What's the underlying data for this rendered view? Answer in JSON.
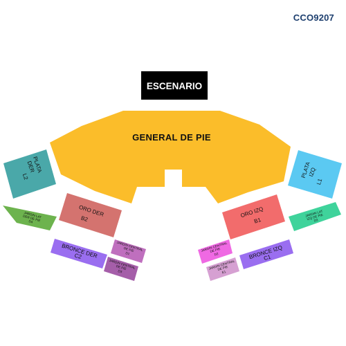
{
  "venue_code": "CCO9207",
  "stage": {
    "label": "ESCENARIO",
    "color": "#000000"
  },
  "sections": {
    "general": {
      "label": "GENERAL DE PIE",
      "color": "#fbbd2a"
    },
    "plata_der": {
      "line1": "PLATA",
      "line2": "DER",
      "line3": "L2",
      "color": "#4aa8a9"
    },
    "plata_izq": {
      "line1": "PLATA",
      "line2": "IZQ",
      "line3": "L1",
      "color": "#5bc9f2"
    },
    "oro_der": {
      "line1": "ORO DER",
      "line2": "B2",
      "color": "#d4736f"
    },
    "oro_izq": {
      "line1": "ORO IZQ",
      "line2": "B1",
      "color": "#f26c6c"
    },
    "jardin_lat_der": {
      "line1": "JARDIN LAT",
      "line2": "DER DE PIE",
      "line3": "D4",
      "color": "#6db34e"
    },
    "jardin_lat_izq": {
      "line1": "JARDIN LAT",
      "line2": "IZQ DE PIE",
      "line3": "D3",
      "color": "#3fd39b"
    },
    "bronce_der": {
      "line1": "BRONCE DER",
      "line2": "C2",
      "color": "#9a6ef0"
    },
    "bronce_izq": {
      "line1": "BRONCE IZQ",
      "line2": "C1",
      "color": "#9a6ef0"
    },
    "jardin_central_d1": {
      "line1": "JARDIN CENTRAL",
      "line2": "DE PIE",
      "line3": "D1",
      "color": "#bf6fbe"
    },
    "jardin_central_d3": {
      "line1": "JARDIN CENTRAL",
      "line2": "DE PIE",
      "line3": "D3",
      "color": "#a55ea9"
    },
    "jardin_central_d2": {
      "line1": "JARDIN CENTRAL",
      "line2": "DE PIE",
      "line3": "D2",
      "color": "#ef69e3"
    },
    "jardin_central_e1": {
      "line1": "JARDIN CENTRAL",
      "line2": "DE PIE",
      "line3": "E1",
      "color": "#d6a0d2"
    }
  }
}
